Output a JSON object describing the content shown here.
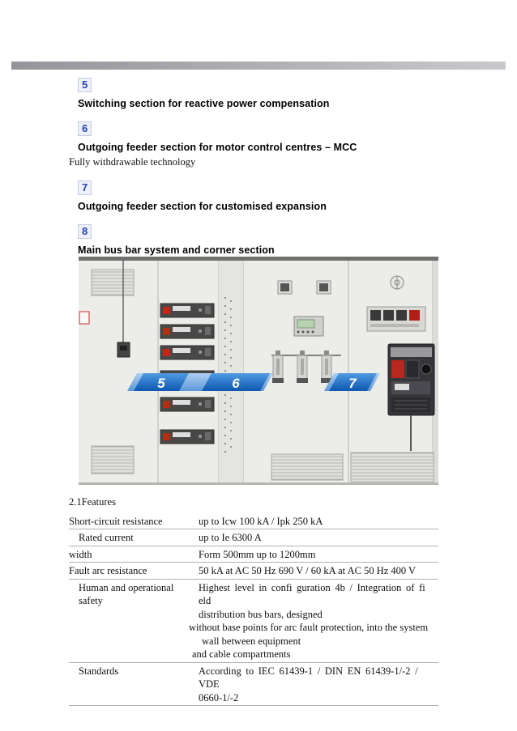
{
  "colors": {
    "badge_text_blue": "#2442b4",
    "arrow_blue": "#1663be",
    "divider_gray": "#a9a9ad",
    "drawer_handle_red": "#c22616"
  },
  "sections": [
    {
      "number": "5",
      "title": "Switching section for reactive power compensation"
    },
    {
      "number": "6",
      "title": "Outgoing feeder section for motor control centres – MCC",
      "subtitle": "Fully withdrawable technology"
    },
    {
      "number": "7",
      "title": "Outgoing feeder section for customised expansion"
    },
    {
      "number": "8",
      "title": "Main bus bar system and corner section"
    }
  ],
  "photo": {
    "labels": [
      "5",
      "6",
      "7"
    ]
  },
  "features": {
    "heading": "2.1Features",
    "rows": [
      {
        "label": "Short-circuit resistance",
        "value": "up to Icw 100 kA / Ipk 250 kA"
      },
      {
        "label": "Rated current",
        "value": "up to Ie 6300 A"
      },
      {
        "label": "width",
        "value": "Form 500mm up to 1200mm"
      },
      {
        "label": "Fault arc resistance",
        "value": "50 kA at AC 50 Hz 690 V / 60 kA at AC 50 Hz 400 V"
      },
      {
        "label": "Human and operational safety",
        "lines": [
          "Highest level in confi guration 4b / Integration of fi eld",
          "distribution bus bars, designed",
          "without base points for arc fault protection, into the system",
          "wall between equipment",
          "and cable compartments"
        ]
      },
      {
        "label": "Standards",
        "lines": [
          "According to IEC 61439-1 / DIN EN 61439-1/-2 / VDE",
          "0660-1/-2"
        ]
      }
    ]
  }
}
